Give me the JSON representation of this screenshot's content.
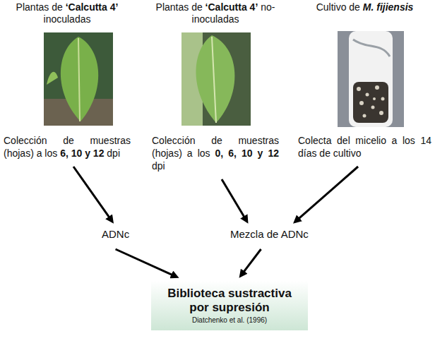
{
  "diagram": {
    "nodes": [
      {
        "text": [
          "Plantas de ‘Calcutta 4’ inoculadas",
          "Colección de muestras (hojas) a los 6, 10 y 12 dpi"
        ]
      },
      {
        "text": [
          "Plantas de ‘Calcutta 4’ no-inoculadas",
          "Colección de muestras (hojas) a los 0, 6, 10 y 12 dpi"
        ]
      },
      {
        "text": [
          "Cultivo de M. fijiensis",
          "Colecta del micelio a los 14 días de cultivo"
        ]
      },
      {
        "text": [
          "ADNc"
        ]
      },
      {
        "text": [
          "Mezcla de ADNc"
        ]
      },
      {
        "text": [
          "Biblioteca sustractiva por supresión",
          "Diatchenko et al. (1996)"
        ]
      }
    ],
    "edges": [
      {
        "from": 0,
        "to": 3,
        "arrow": "to"
      },
      {
        "from": 1,
        "to": 4,
        "arrow": "to"
      },
      {
        "from": 2,
        "to": 4,
        "arrow": "to"
      },
      {
        "from": 3,
        "to": 5,
        "arrow": "to"
      },
      {
        "from": 4,
        "to": 5,
        "arrow": "to"
      }
    ]
  }
}
